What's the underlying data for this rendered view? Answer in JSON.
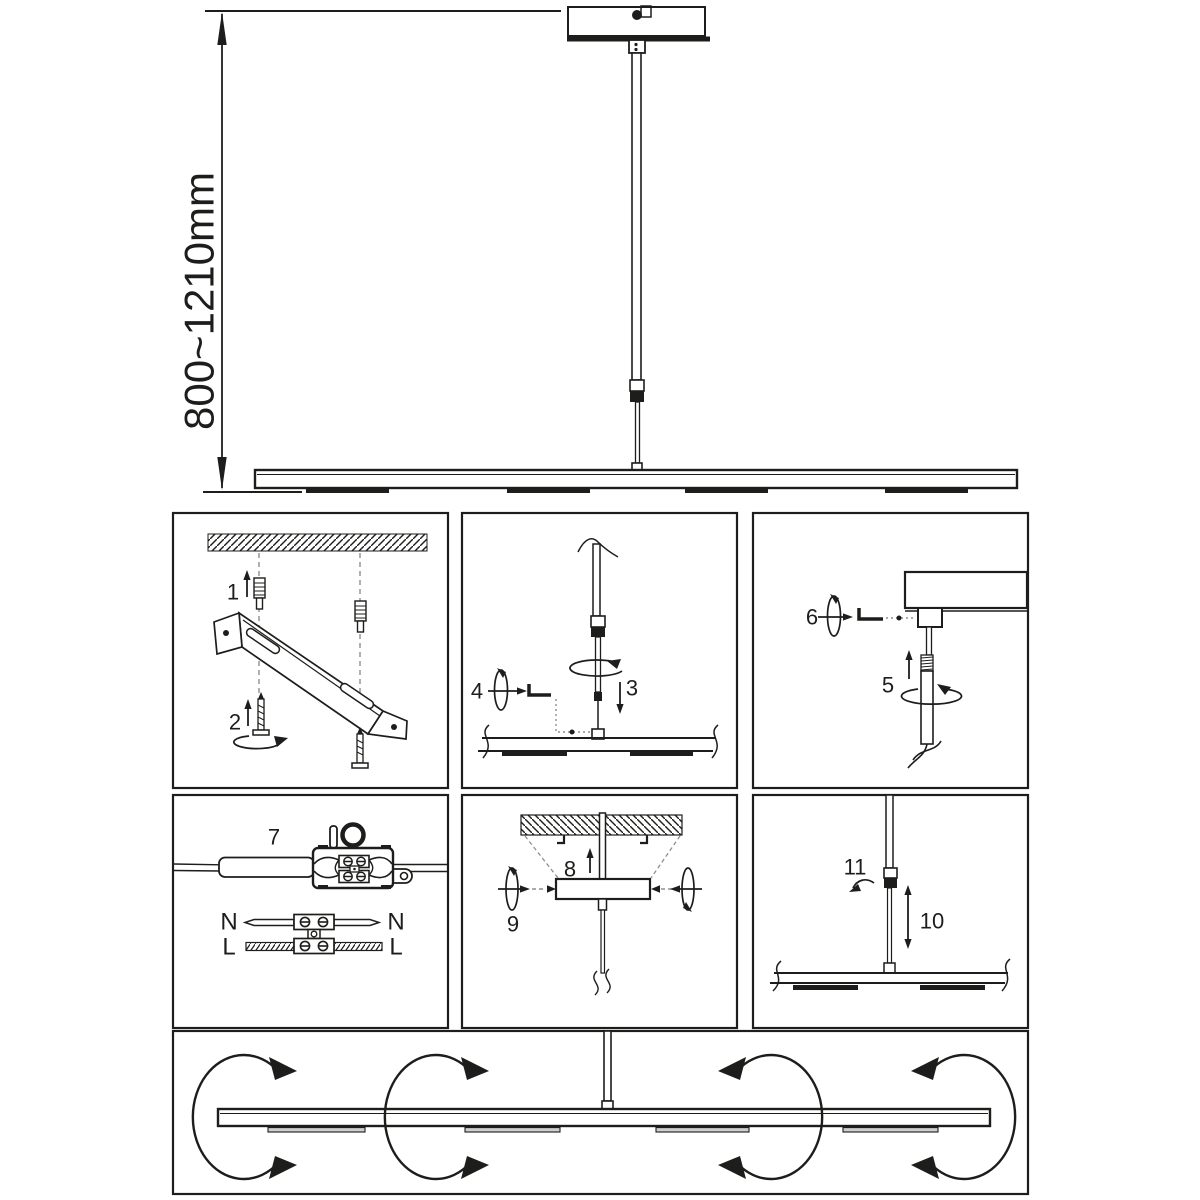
{
  "colors": {
    "line": "#1d1d1b",
    "guide": "#8f8f8f",
    "segment_fill": "#cfcfcf",
    "background": "#ffffff"
  },
  "dimension": {
    "label": "800~1210mm"
  },
  "steps": {
    "s1": "1",
    "s2": "2",
    "s3": "3",
    "s4": "4",
    "s5": "5",
    "s6": "6",
    "s7": "7",
    "s8": "8",
    "s9": "9",
    "s10": "10",
    "s11": "11"
  },
  "wiring": {
    "neutral_left": "N",
    "neutral_right": "N",
    "live_left": "L",
    "live_right": "L"
  }
}
